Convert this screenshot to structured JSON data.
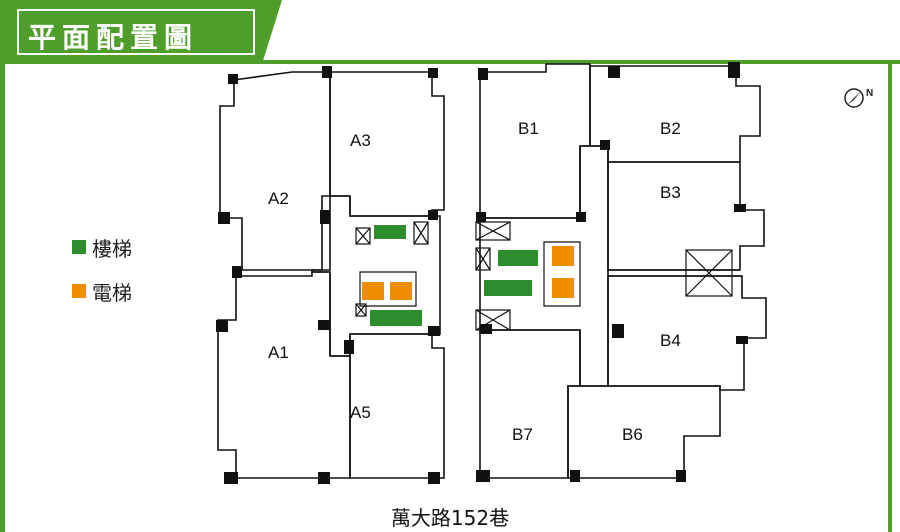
{
  "header": {
    "title": "平面配置圖"
  },
  "legend": {
    "items": [
      {
        "label": "樓梯",
        "color": "#2e8b2e"
      },
      {
        "label": "電梯",
        "color": "#f08c00"
      }
    ]
  },
  "units": {
    "A1": "A1",
    "A2": "A2",
    "A3": "A3",
    "A5": "A5",
    "B1": "B1",
    "B2": "B2",
    "B3": "B3",
    "B4": "B4",
    "B6": "B6",
    "B7": "B7"
  },
  "road_label": "萬大路152巷",
  "compass": {
    "label": "N"
  },
  "colors": {
    "header": "#4f9e2b",
    "stair": "#2e8b2e",
    "elevator": "#f08c00"
  }
}
